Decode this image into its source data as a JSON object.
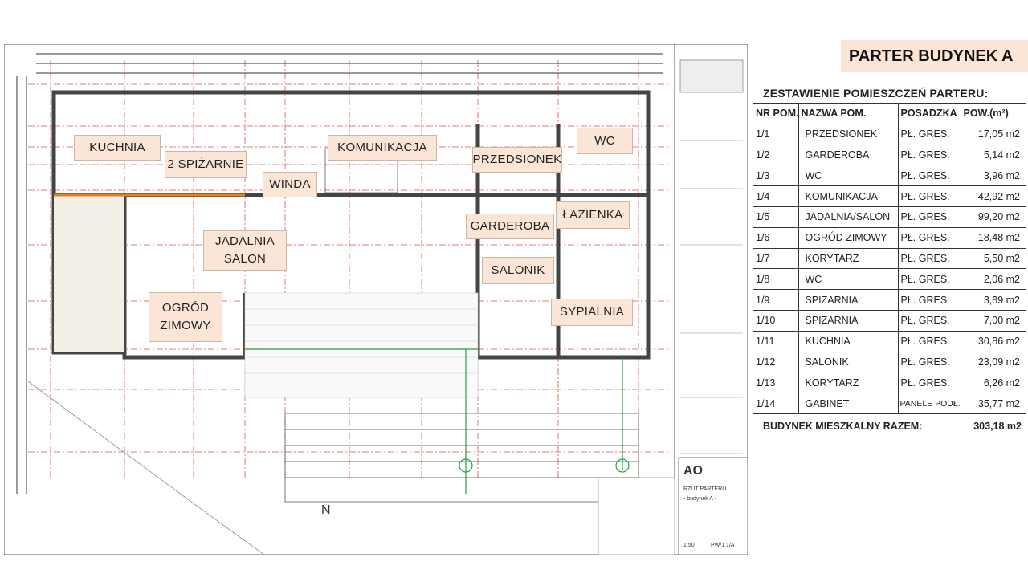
{
  "slide_title": "PARTER BUDYNEK A",
  "plan": {
    "rooms": {
      "kuchnia": "KUCHNIA",
      "spizarnie": "2 SPIŻARNIE",
      "komunikacja": "KOMUNIKACJA",
      "przedsionek": "PRZEDSIONEK",
      "wc": "WC",
      "winda": "WINDA",
      "garderoba": "GARDEROBA",
      "lazienka": "ŁAZIENKA",
      "jadalnia_line1": "JADALNIA",
      "jadalnia_line2": "SALON",
      "salonik": "SALONIK",
      "ogrod_line1": "OGRÓD",
      "ogrod_line2": "ZIMOWY",
      "sypialnia": "SYPIALNIA"
    },
    "title_block": {
      "drawing": "RZUT PARTERU",
      "building": "- budynek A -",
      "scale": "1:50",
      "sheet": "PW/1.1/A",
      "logo": "AO"
    }
  },
  "table": {
    "title": "ZESTAWIENIE POMIESZCZEŃ PARTERU:",
    "headers": [
      "NR POM.",
      "NAZWA POM.",
      "POSADZKA",
      "POW.(m²)"
    ],
    "rows": [
      [
        "1/1",
        "PRZEDSIONEK",
        "PŁ. GRES.",
        "17,05 m2"
      ],
      [
        "1/2",
        "GARDEROBA",
        "PŁ. GRES.",
        "5,14 m2"
      ],
      [
        "1/3",
        "WC",
        "PŁ. GRES.",
        "3,96 m2"
      ],
      [
        "1/4",
        "KOMUNIKACJA",
        "PŁ. GRES.",
        "42,92 m2"
      ],
      [
        "1/5",
        "JADALNIA/SALON",
        "PŁ. GRES.",
        "99,20 m2"
      ],
      [
        "1/6",
        "OGRÓD ZIMOWY",
        "PŁ. GRES.",
        "18,48 m2"
      ],
      [
        "1/7",
        "KORYTARZ",
        "PŁ. GRES.",
        "5,50 m2"
      ],
      [
        "1/8",
        "WC",
        "PŁ. GRES.",
        "2,06 m2"
      ],
      [
        "1/9",
        "SPIŻARNIA",
        "PŁ. GRES.",
        "3,89 m2"
      ],
      [
        "1/10",
        "SPIŻARNIA",
        "PŁ. GRES.",
        "7,00 m2"
      ],
      [
        "1/11",
        "KUCHNIA",
        "PŁ. GRES.",
        "30,86 m2"
      ],
      [
        "1/12",
        "SALONIK",
        "PŁ. GRES.",
        "23,09 m2"
      ],
      [
        "1/13",
        "KORYTARZ",
        "PŁ. GRES.",
        "6,26 m2"
      ],
      [
        "1/14",
        "GABINET",
        "PANELE PODŁ.",
        "35,77 m2"
      ]
    ],
    "total_label": "BUDYNEK MIESZKALNY RAZEM:",
    "total_value": "303,18 m2"
  }
}
